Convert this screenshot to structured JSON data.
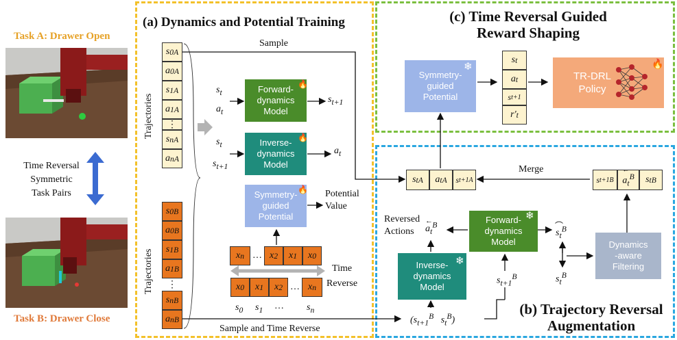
{
  "left": {
    "task_a": "Task A: Drawer Open",
    "task_b": "Task B: Drawer Close",
    "pair_label": "Time Reversal\nSymmetric\nTask Pairs"
  },
  "panel_a": {
    "title": "(a) Dynamics and Potential Training",
    "traj_label": "Trajectories",
    "sample": "Sample",
    "sample_reverse": "Sample and Time Reverse",
    "traj_a": [
      "s0A",
      "a0A",
      "s1A",
      "a1A",
      "⋮",
      "snA",
      "anA"
    ],
    "traj_b": [
      "s0B",
      "a0B",
      "s1B",
      "a1B",
      "⋮",
      "snB",
      "anB"
    ],
    "forward_model": "Forward-\ndynamics\nModel",
    "inverse_model": "Inverse-\ndynamics\nModel",
    "potential": "Symmetry-\nguided\nPotential",
    "potential_value": "Potential\nValue",
    "time_reverse": "Time\nReverse",
    "fw_in_1": "s_t",
    "fw_in_2": "a_t",
    "fw_out": "s_t+1",
    "inv_in_1": "s_t",
    "inv_in_2": "s_t+1",
    "inv_out": "a_t",
    "seq_top": [
      "x_n",
      "…",
      "x_2",
      "x_1",
      "x_0"
    ],
    "seq_bottom": [
      "x_0",
      "x_1",
      "x_2",
      "…",
      "x_n"
    ],
    "seq_subs": [
      "s_0",
      "s_1",
      "…",
      "s_n"
    ]
  },
  "panel_b": {
    "title": "(b) Trajectory Reversal\nAugmentation",
    "merge": "Merge",
    "reversed_actions": "Reversed\nActions",
    "forward_model": "Forward-\ndynamics\nModel",
    "inverse_model": "Inverse-\ndynamics\nModel",
    "filtering": "Dynamics\n-aware\nFiltering",
    "merged_row": [
      "s_t^A",
      "a_t^A",
      "s_t+1^A"
    ],
    "reversed_row": [
      "s_t+1^B",
      "a_t^B(rev)",
      "s_t^B"
    ],
    "input_pair": "(s_t+1^B  s_t^B)"
  },
  "panel_c": {
    "title": "(c) Time Reversal Guided\nReward Shaping",
    "potential": "Symmetry-\nguided\nPotential",
    "policy": "TR-DRL\nPolicy",
    "stack": [
      "s_t",
      "a_t",
      "s_t+1",
      "r'_t"
    ]
  },
  "colors": {
    "panel_a_border": "#f3c12b",
    "panel_b_border": "#2aa7e0",
    "panel_c_border": "#7bbf3f",
    "forward": "#4a8c2a",
    "inverse": "#1f8c7c",
    "potential": "#9db5e8",
    "filtering": "#a9b6cb",
    "policy": "#f4a97a",
    "traj_a_fill": "#fdf3cf",
    "traj_b_fill": "#e8761f"
  },
  "icons": [
    "flame-icon",
    "snowflake-icon",
    "neural-net-icon",
    "double-arrow-icon"
  ]
}
